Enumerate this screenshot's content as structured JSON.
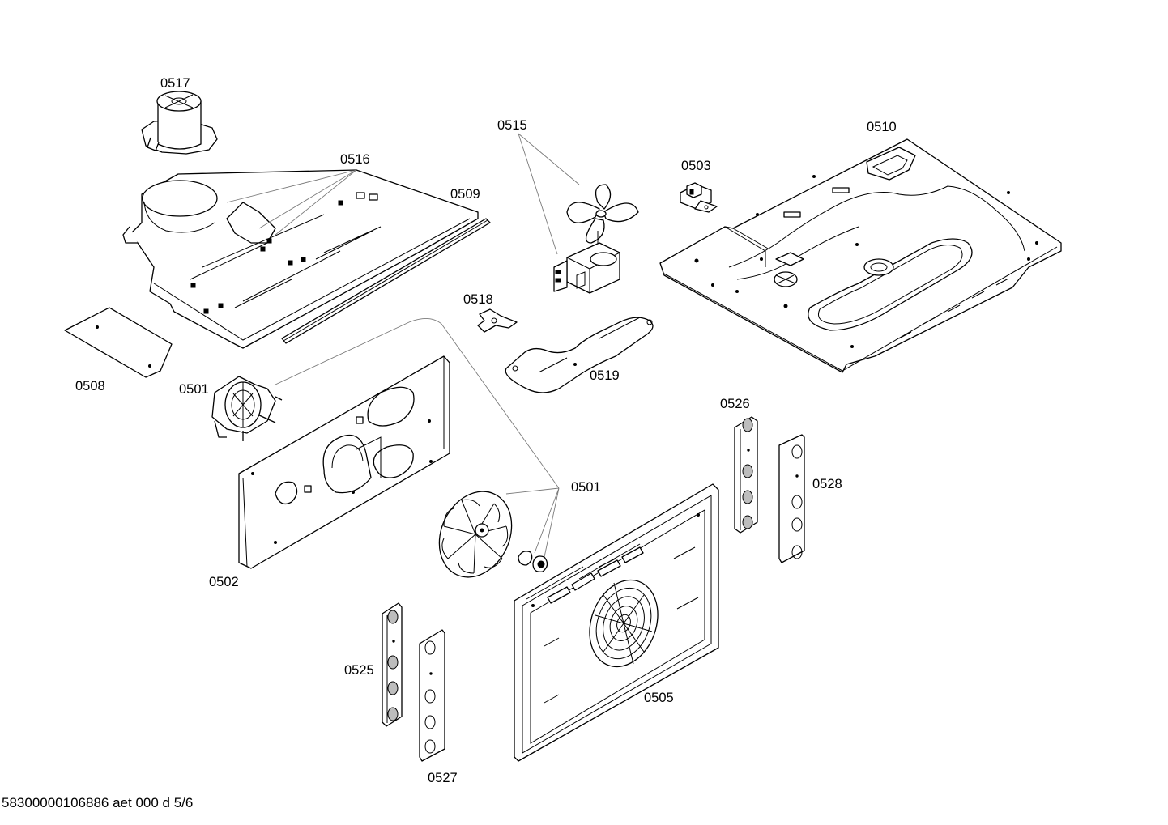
{
  "labels": {
    "p0517": "0517",
    "p0516": "0516",
    "p0509": "0509",
    "p0515": "0515",
    "p0510": "0510",
    "p0503": "0503",
    "p0518": "0518",
    "p0519": "0519",
    "p0508": "0508",
    "p0501_motor": "0501",
    "p0501_fan": "0501",
    "p0526": "0526",
    "p0528": "0528",
    "p0502": "0502",
    "p0525": "0525",
    "p0505": "0505",
    "p0527": "0527"
  },
  "footer": {
    "document_code": "58300000106886 aet 000 d 5/6"
  }
}
